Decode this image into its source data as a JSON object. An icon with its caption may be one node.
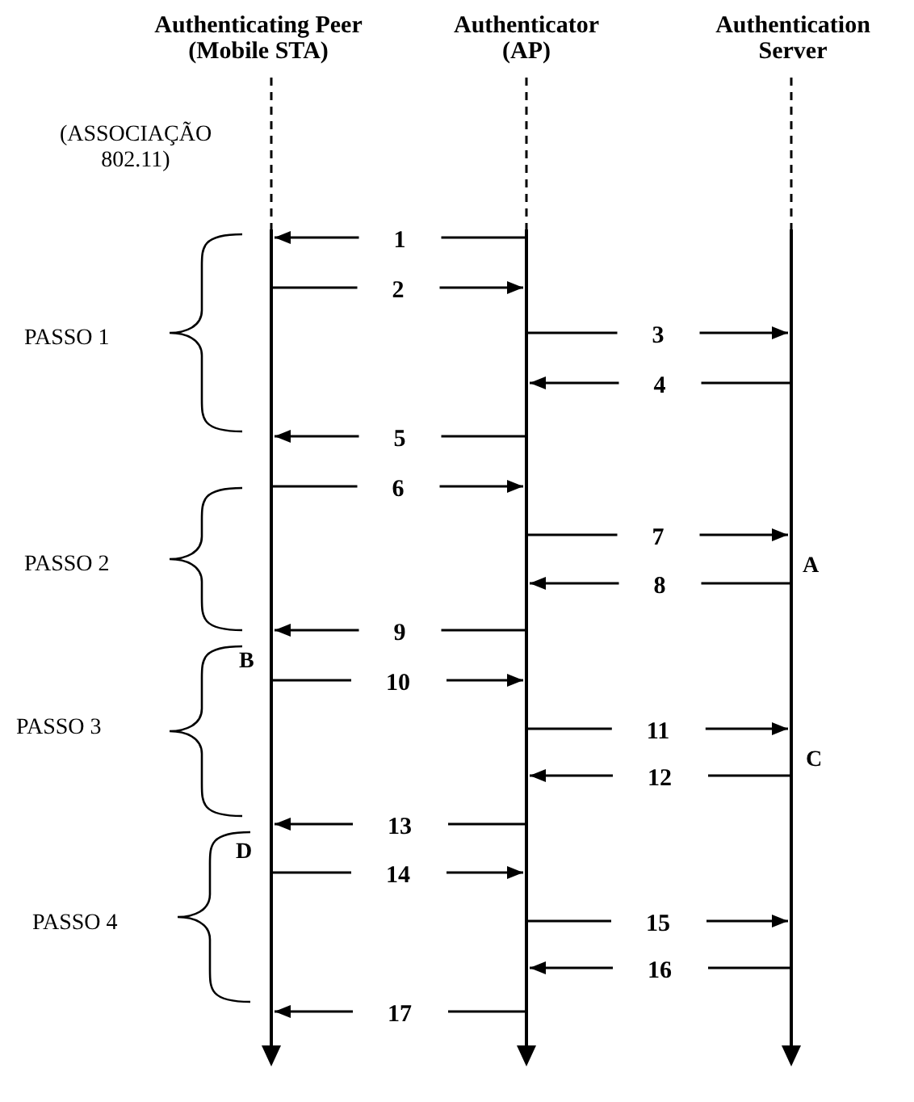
{
  "diagram": {
    "nodes": [
      {
        "text": [
          "Authenticating Peer (Mobile STA)"
        ]
      },
      {
        "text": [
          "Authenticator (AP)"
        ]
      },
      {
        "text": [
          "Authentication Server"
        ]
      }
    ],
    "edges": [
      {
        "from": 1,
        "to": 0,
        "arrow": "to",
        "label": "1"
      },
      {
        "from": 0,
        "to": 1,
        "arrow": "to",
        "label": "2"
      },
      {
        "from": 1,
        "to": 2,
        "arrow": "to",
        "label": "3"
      },
      {
        "from": 2,
        "to": 1,
        "arrow": "to",
        "label": "4"
      },
      {
        "from": 1,
        "to": 0,
        "arrow": "to",
        "label": "5"
      },
      {
        "from": 0,
        "to": 1,
        "arrow": "to",
        "label": "6"
      },
      {
        "from": 1,
        "to": 2,
        "arrow": "to",
        "label": "7"
      },
      {
        "from": 2,
        "to": 1,
        "arrow": "to",
        "label": "8"
      },
      {
        "from": 1,
        "to": 0,
        "arrow": "to",
        "label": "9"
      },
      {
        "from": 0,
        "to": 1,
        "arrow": "to",
        "label": "10"
      },
      {
        "from": 1,
        "to": 2,
        "arrow": "to",
        "label": "11"
      },
      {
        "from": 2,
        "to": 1,
        "arrow": "to",
        "label": "12"
      },
      {
        "from": 1,
        "to": 0,
        "arrow": "to",
        "label": "13"
      },
      {
        "from": 0,
        "to": 1,
        "arrow": "to",
        "label": "14"
      },
      {
        "from": 1,
        "to": 2,
        "arrow": "to",
        "label": "15"
      },
      {
        "from": 2,
        "to": 1,
        "arrow": "to",
        "label": "16"
      },
      {
        "from": 1,
        "to": 0,
        "arrow": "to",
        "label": "17"
      }
    ],
    "labels": [
      "(ASSOCIAÇÃO 802.11)",
      "PASSO 1",
      "PASSO 2",
      "A",
      "B",
      "PASSO 3",
      "C",
      "D",
      "PASSO 4"
    ]
  }
}
